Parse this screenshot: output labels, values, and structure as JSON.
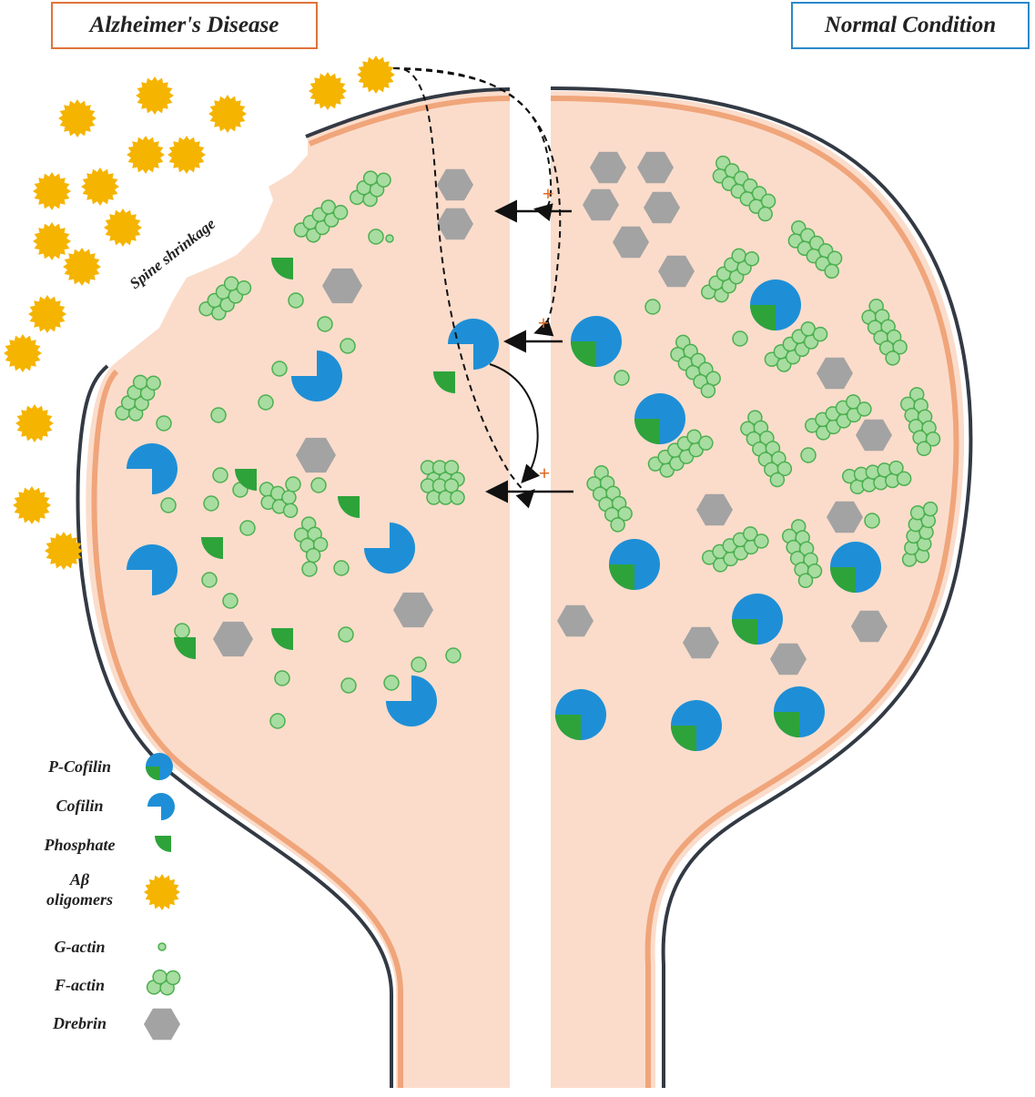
{
  "titles": {
    "left": "Alzheimer's Disease",
    "right": "Normal Condition"
  },
  "annotation": "Spine shrinkage",
  "legend": [
    {
      "label": "P-Cofilin",
      "icon": "p-cofilin-icon"
    },
    {
      "label": "Cofilin",
      "icon": "cofilin-icon"
    },
    {
      "label": "Phosphate",
      "icon": "phosphate-icon"
    },
    {
      "label": "Aβ\noligomers",
      "icon": "abeta-oligomer-icon"
    },
    {
      "label": "G-actin",
      "icon": "g-actin-icon"
    },
    {
      "label": "F-actin",
      "icon": "f-actin-icon"
    },
    {
      "label": "Drebrin",
      "icon": "drebrin-icon"
    }
  ],
  "colors": {
    "spine_fill": "#fbdccb",
    "membrane_outer": "#333a44",
    "membrane_inner": "#f0a57a",
    "cofilin_blue": "#1e8fd6",
    "phosphate_green": "#2ea33a",
    "actin_fill": "#a7dda0",
    "actin_stroke": "#4caf50",
    "drebrin_gray": "#a3a3a3",
    "abeta_yellow": "#f5b400",
    "inhibition_orange": "#e06a22"
  },
  "inhibition_marks": [
    "+",
    "+",
    "+"
  ]
}
